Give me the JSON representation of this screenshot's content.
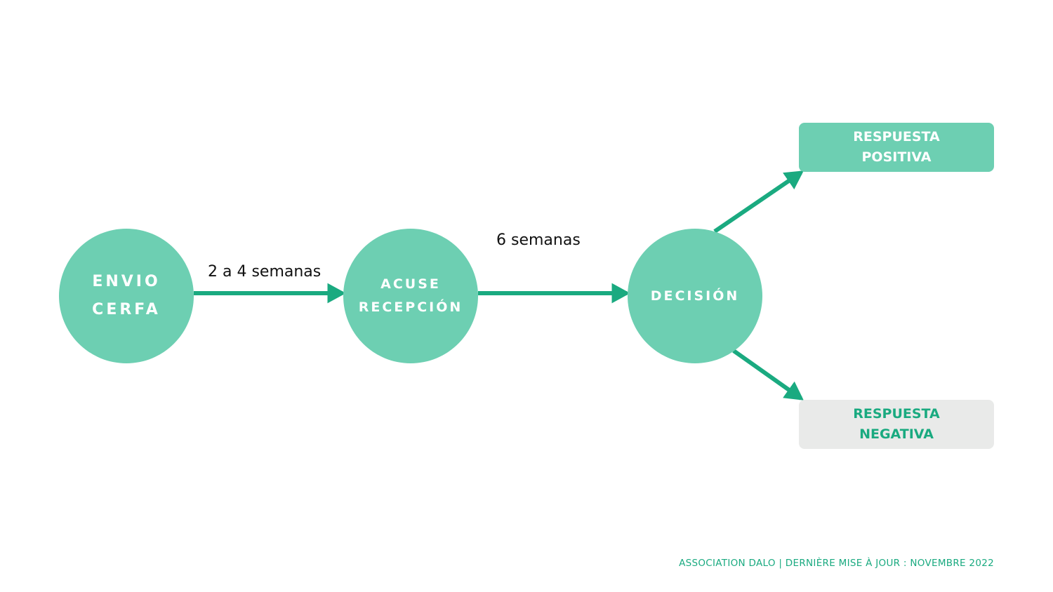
{
  "nodes": {
    "envio": {
      "line1": "ENVIO",
      "line2": "CERFA"
    },
    "acuse": {
      "line1": "ACUSE",
      "line2": "RECEPCIÓN"
    },
    "decision": {
      "label": "DECISIÓN"
    }
  },
  "edges": {
    "envio_to_acuse": "2 a 4 semanas",
    "acuse_to_decision": "6 semanas"
  },
  "outcomes": {
    "positive": {
      "line1": "RESPUESTA",
      "line2": "POSITIVA"
    },
    "negative": {
      "line1": "RESPUESTA",
      "line2": "NEGATIVA"
    }
  },
  "footer": "ASSOCIATION DALO  | DERNIÈRE MISE À JOUR :  NOVEMBRE 2022",
  "colors": {
    "circle": "#6dcfb2",
    "arrow": "#1aaa80",
    "negative_box": "#e9eae9",
    "text_accent": "#1aaa80"
  }
}
